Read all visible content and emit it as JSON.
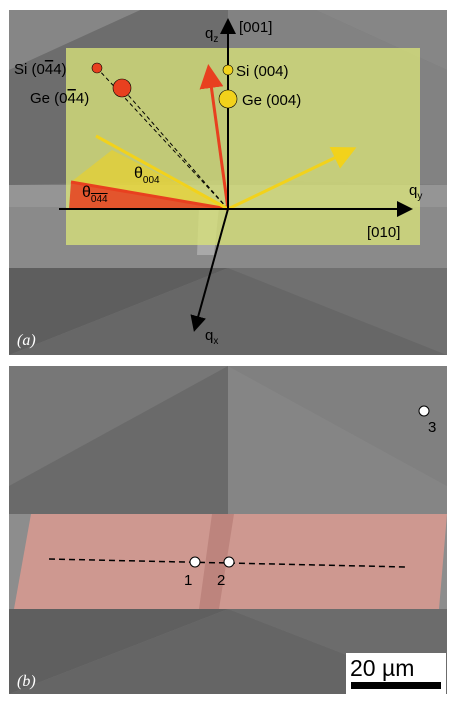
{
  "panel_a": {
    "tag": "(a)",
    "axes": {
      "qz": "q",
      "qz_sub": "z",
      "qz_dir": "[001]",
      "qy": "q",
      "qy_sub": "y",
      "qy_dir": "[010]",
      "qx": "q",
      "qx_sub": "x"
    },
    "reflections": {
      "si_044": "Si (0",
      "si_044_bar": "4",
      "si_044_end": "4)",
      "ge_044": "Ge (0",
      "ge_044_bar": "4",
      "ge_044_end": "4)",
      "si_004": "Si (004)",
      "ge_004": "Ge (004)"
    },
    "angles": {
      "theta_044": "θ",
      "theta_044_sub": "044",
      "theta_004": "θ",
      "theta_004_sub": "004"
    },
    "colors": {
      "red": "#e8401f",
      "yellow": "#f2d21b",
      "plane": "#d8e37a"
    }
  },
  "panel_b": {
    "tag": "(b)",
    "points": [
      "1",
      "2",
      "3"
    ],
    "scale_bar": "20 µm",
    "colors": {
      "strip": "#d99a90"
    }
  }
}
